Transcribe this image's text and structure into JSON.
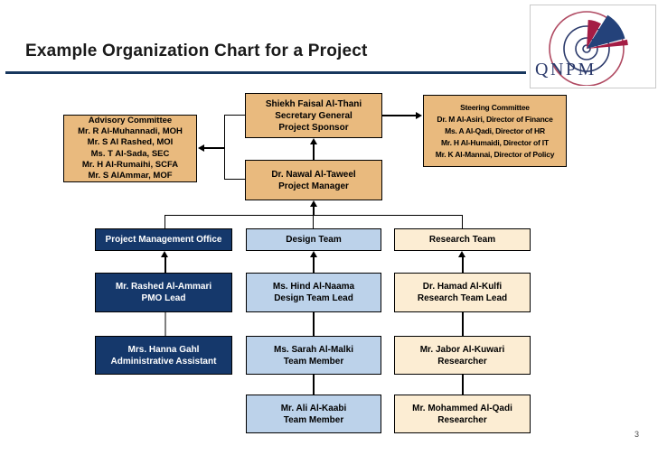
{
  "slide": {
    "title": "Example Organization Chart for a Project",
    "page_number": "3",
    "logo_text": "QNPM"
  },
  "colors": {
    "title_rule_navy": "#17375E",
    "box_tan": "#E9BA7E",
    "box_navy": "#15386B",
    "box_light_blue": "#BCD2EA",
    "box_cream": "#FCEDD3",
    "box_border": "#000000",
    "logo_navy": "#24427A",
    "logo_crimson": "#A41C44"
  },
  "org": {
    "advisory": {
      "lines": [
        "Advisory Committee",
        "Mr. R Al-Muhannadi, MOH",
        "Mr. S Al Rashed, MOI",
        "Ms. T Al-Sada, SEC",
        "Mr. H Al-Rumaihi, SCFA",
        "Mr. S AlAmmar, MOF"
      ]
    },
    "sponsor": {
      "lines": [
        "Shiekh Faisal Al-Thani",
        "Secretary General",
        "Project Sponsor"
      ]
    },
    "steering": {
      "lines": [
        "Steering Committee",
        "Dr. M Al-Asiri, Director of Finance",
        "Ms. A Al-Qadi, Director of HR",
        "Mr. H Al-Humaidi, Director of IT",
        "Mr. K Al-Mannai, Director of Policy"
      ]
    },
    "project_manager": {
      "lines": [
        "Dr. Nawal Al-Taweel",
        "Project Manager"
      ]
    },
    "pmo": {
      "header": "Project Management Office",
      "lead": [
        "Mr. Rashed Al-Ammari",
        "PMO Lead"
      ],
      "member1": [
        "Mrs. Hanna Gahl",
        "Administrative Assistant"
      ]
    },
    "design": {
      "header": "Design Team",
      "lead": [
        "Ms. Hind Al-Naama",
        "Design Team Lead"
      ],
      "member1": [
        "Ms. Sarah Al-Malki",
        "Team Member"
      ],
      "member2": [
        "Mr. Ali Al-Kaabi",
        "Team Member"
      ]
    },
    "research": {
      "header": "Research Team",
      "lead": [
        "Dr. Hamad Al-Kulfi",
        "Research Team Lead"
      ],
      "member1": [
        "Mr. Jabor Al-Kuwari",
        "Researcher"
      ],
      "member2": [
        "Mr. Mohammed Al-Qadi",
        "Researcher"
      ]
    }
  }
}
